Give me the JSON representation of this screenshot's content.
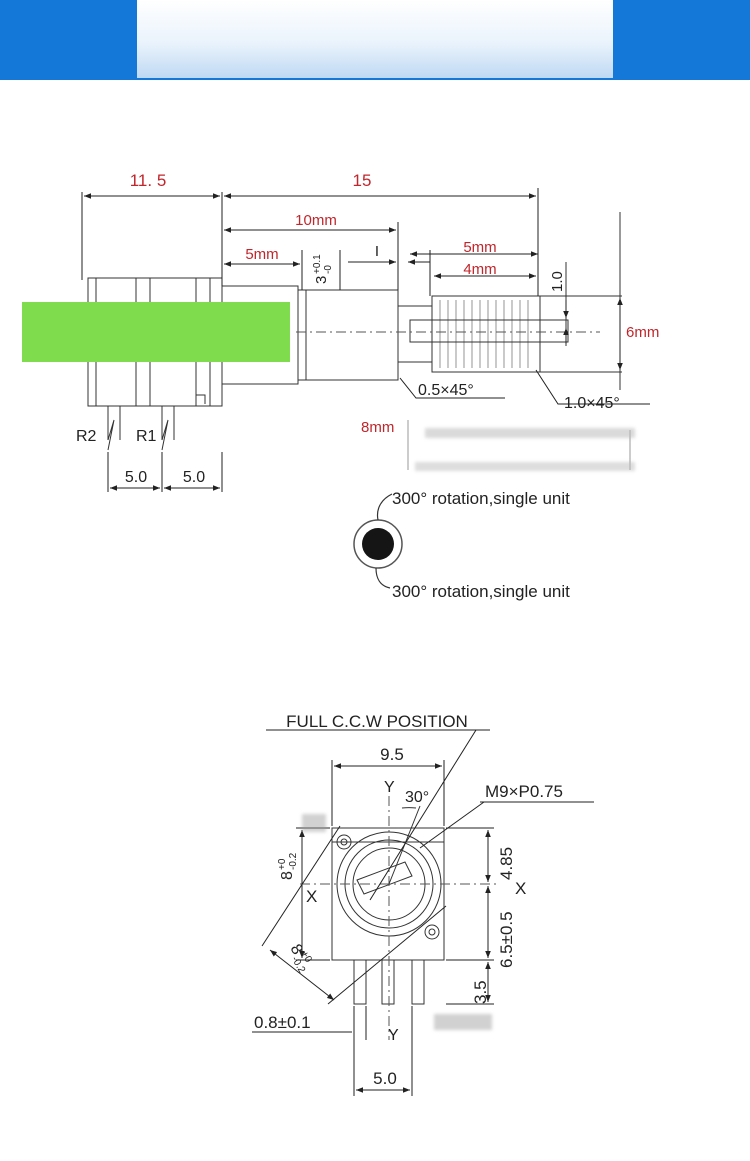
{
  "side_view": {
    "dims": {
      "body_length": "11. 5",
      "shaft_total": "15",
      "shaft_10": "10mm",
      "bush_5": "5mm",
      "tol": "3",
      "tol_up": "+0.1",
      "tol_dn": "-0",
      "slot": "I",
      "knurl_5": "5mm",
      "knurl_4": "4mm",
      "tip": "1.0",
      "dia_6": "6mm",
      "dia_8": "8mm",
      "chamfer_05": "0.5×45°",
      "chamfer_10": "1.0×45°",
      "pitch_1": "5.0",
      "pitch_2": "5.0"
    },
    "pins": {
      "r2": "R2",
      "r1": "R1"
    },
    "colors": {
      "red_dim": "#c0262b",
      "green_bar": "#7fdc4c"
    }
  },
  "rotation": {
    "top_text": "300°  rotation,single unit",
    "bottom_text": "300°  rotation,single unit"
  },
  "front_view": {
    "title": "FULL C.C.W  POSITION",
    "width": "9.5",
    "thread": "M9×P0.75",
    "angle": "30°",
    "y_top": "Y",
    "x_left": "X",
    "x_right": "X",
    "height": "8",
    "height_tol_up": "+0",
    "height_tol_dn": "-0.2",
    "diag": "8",
    "diag_tol_up": "+0",
    "diag_tol_dn": "-0.2",
    "upper": "4.85",
    "center": "6.5±0.5",
    "leg": "3.5",
    "pin_dia": "0.8±0.1",
    "y_bottom": "Y",
    "pitch": "5.0"
  }
}
